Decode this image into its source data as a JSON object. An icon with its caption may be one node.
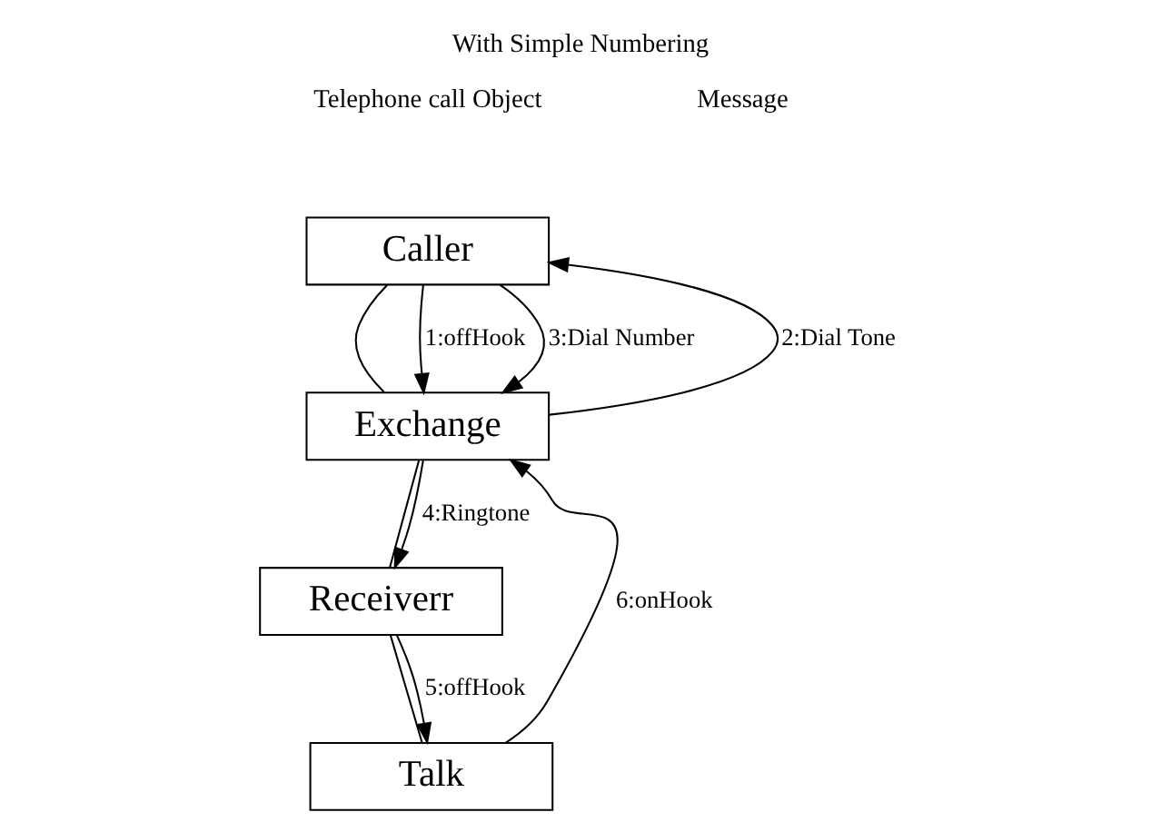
{
  "diagram": {
    "title": "With Simple Numbering",
    "nodes": [
      {
        "text": [
          "Caller"
        ]
      },
      {
        "text": [
          "Exchange"
        ]
      },
      {
        "text": [
          "Receiverr"
        ]
      },
      {
        "text": [
          "Talk"
        ]
      }
    ],
    "edges": [
      {
        "from": 0,
        "to": 1,
        "arrow": "none"
      },
      {
        "from": 1,
        "to": 2,
        "arrow": "none"
      },
      {
        "from": 2,
        "to": 3,
        "arrow": "none"
      },
      {
        "from": 0,
        "to": 1,
        "arrow": "to",
        "label": "1:offHook"
      },
      {
        "from": 1,
        "to": 0,
        "arrow": "to",
        "label": "2:Dial Tone"
      },
      {
        "from": 0,
        "to": 1,
        "arrow": "to",
        "label": "3:Dial Number"
      },
      {
        "from": 1,
        "to": 2,
        "arrow": "to",
        "label": "4:Ringtone"
      },
      {
        "from": 2,
        "to": 3,
        "arrow": "to",
        "label": "5:offHook"
      },
      {
        "from": 3,
        "to": 1,
        "arrow": "to",
        "label": "6:onHook"
      }
    ],
    "labels": [
      "Telephone call Object",
      "Message"
    ]
  }
}
